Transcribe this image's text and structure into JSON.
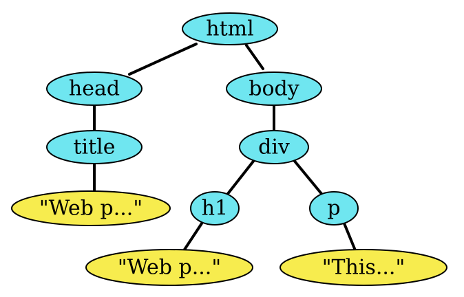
{
  "colors": {
    "element": "#6fe6f0",
    "text_node": "#f7ec4e",
    "outline": "#000000"
  },
  "nodes": {
    "html": {
      "label": "html"
    },
    "head": {
      "label": "head"
    },
    "body": {
      "label": "body"
    },
    "title": {
      "label": "title"
    },
    "div": {
      "label": "div"
    },
    "title_text": {
      "label": "\"Web p...\""
    },
    "h1": {
      "label": "h1"
    },
    "p": {
      "label": "p"
    },
    "h1_text": {
      "label": "\"Web p...\""
    },
    "p_text": {
      "label": "\"This...\""
    }
  }
}
